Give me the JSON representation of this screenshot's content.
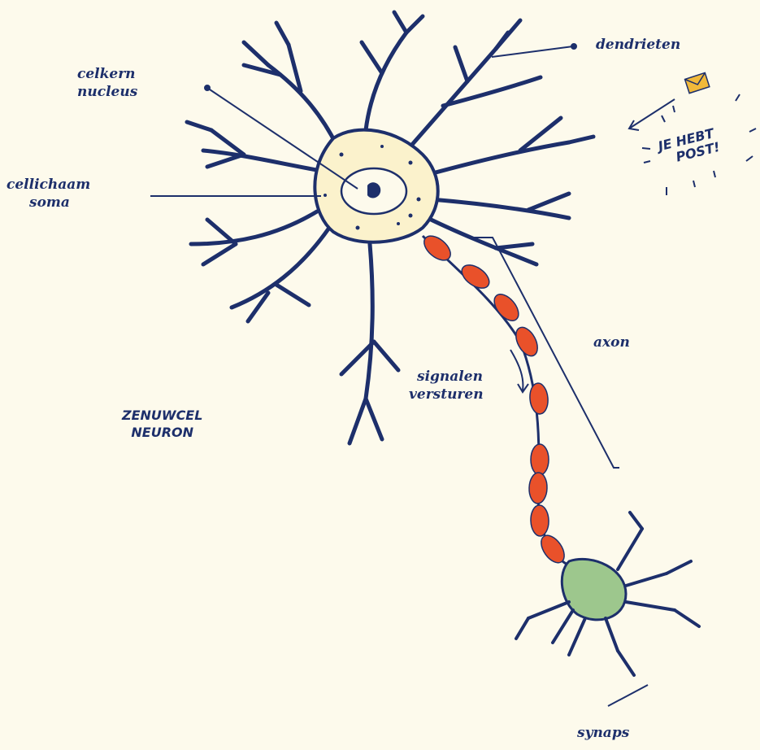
{
  "labels": {
    "nucleus": [
      "celkern",
      "nucleus"
    ],
    "soma": [
      "cellichaam",
      "soma"
    ],
    "dendrites": "dendrieten",
    "axon": "axon",
    "signal": [
      "signalen",
      "versturen"
    ],
    "synapse": "synaps",
    "notification": [
      "JE HEBT",
      "POST!"
    ]
  },
  "title": [
    "ZENUWCEL",
    "NEURON"
  ],
  "colors": {
    "background": "#fdfaec",
    "ink": "#1d2f6b",
    "soma_fill": "#fbf2cc",
    "myelin": "#e9512a",
    "terminal": "#9dc78d",
    "envelope": "#f1b93a"
  },
  "icons": [
    "envelope-icon",
    "arrow-icon"
  ]
}
